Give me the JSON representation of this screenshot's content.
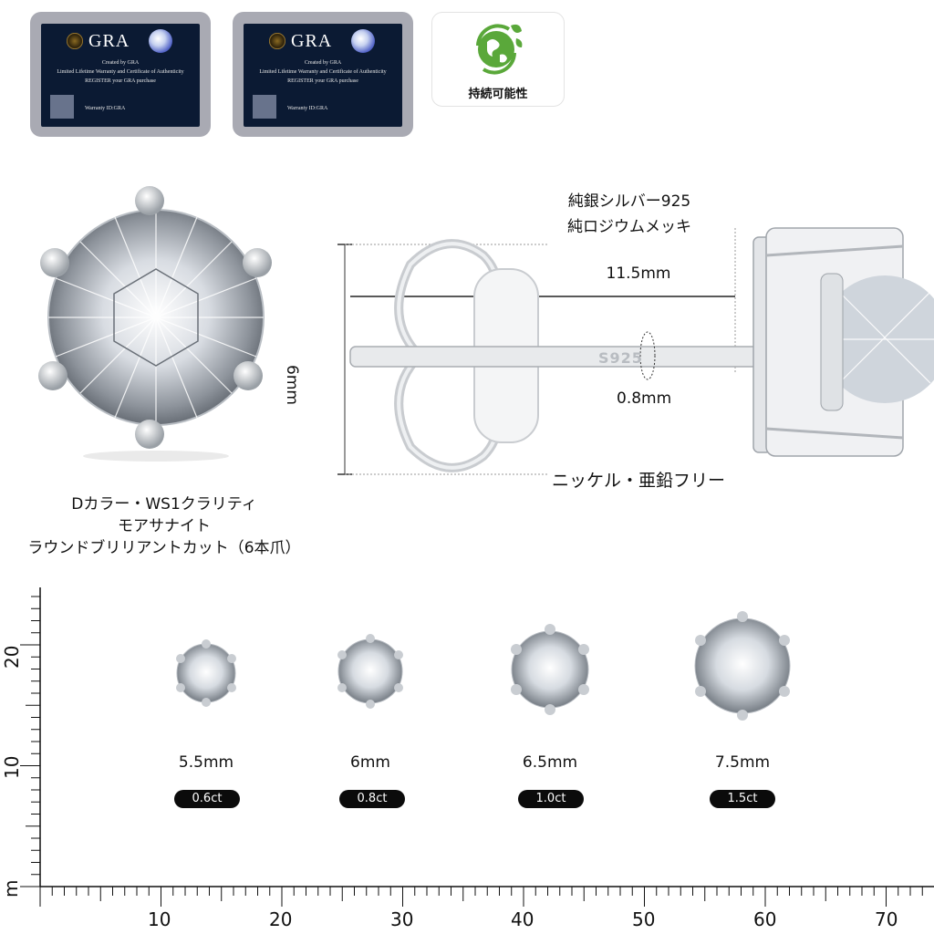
{
  "cards": [
    {
      "logo_text": "GRA",
      "line1": "Created by GRA",
      "line2": "Limited Lifetime Warranty and Certificate of Authenticity",
      "line3": "REGISTER your GRA purchase",
      "warranty": "Warranty ID:GRA"
    },
    {
      "logo_text": "GRA",
      "line1": "Created by GRA",
      "line2": "Limited Lifetime Warranty and Certificate of Authenticity",
      "line3": "REGISTER your GRA purchase",
      "warranty": "Warranty ID:GRA"
    }
  ],
  "eco_badge": {
    "label": "持続可能性",
    "icon": "globe-leaf-icon",
    "color": "#5aa83a"
  },
  "material": {
    "line1": "純銀シルバー925",
    "line2": "純ロジウムメッキ"
  },
  "dimensions": {
    "post_length": "11.5mm",
    "height": "6mm",
    "post_diameter": "0.8mm",
    "stamp": "S925"
  },
  "nickel_free": "ニッケル・亜鉛フリー",
  "stone_desc": {
    "line1": "Dカラー・WS1クラリティ",
    "line2": "モアサナイト",
    "line3": "ラウンドブリリアントカット（6本爪）"
  },
  "sizes": [
    {
      "size": "5.5mm",
      "carat": "0.6ct"
    },
    {
      "size": "6mm",
      "carat": "0.8ct"
    },
    {
      "size": "6.5mm",
      "carat": "1.0ct"
    },
    {
      "size": "7.5mm",
      "carat": "1.5ct"
    }
  ],
  "ruler": {
    "vertical_labels": [
      "20",
      "10",
      "m"
    ],
    "horizontal_labels": [
      "10",
      "20",
      "30",
      "40",
      "50",
      "60",
      "70"
    ]
  }
}
